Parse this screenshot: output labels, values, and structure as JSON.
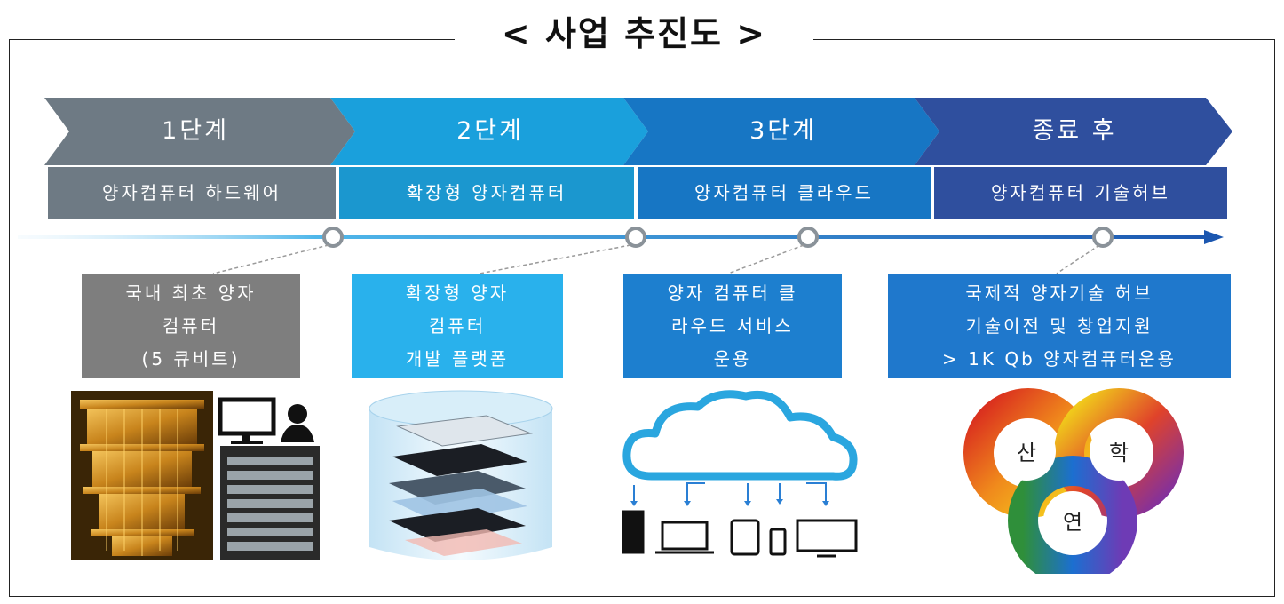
{
  "title": "< 사업 추진도 >",
  "stages": [
    {
      "label": "1단계",
      "subtitle": "양자컴퓨터 하드웨어",
      "description": [
        "국내 최초 양자",
        "컴퓨터",
        "(5 큐비트)"
      ],
      "color": "#6e7a84",
      "desc_color": "#7e7e7e"
    },
    {
      "label": "2단계",
      "subtitle": "확장형 양자컴퓨터",
      "description": [
        "확장형 양자",
        "컴퓨터",
        "개발 플랫폼"
      ],
      "color": "#1aa0dc",
      "desc_color": "#29b1ec"
    },
    {
      "label": "3단계",
      "subtitle": "양자컴퓨터 클라우드",
      "description": [
        "양자 컴퓨터 클",
        "라우드 서비스",
        "운용"
      ],
      "color": "#1776c4",
      "desc_color": "#1d7fcf"
    },
    {
      "label": "종료 후",
      "subtitle": "양자컴퓨터 기술허브",
      "description": [
        "국제적 양자기술 허브",
        "기술이전 및 창업지원",
        "> 1K Qb 양자컴퓨터운용"
      ],
      "color": "#2f4f9e",
      "desc_color": "#1f78cc"
    }
  ],
  "ring_labels": {
    "industry": "산",
    "academia": "학",
    "research": "연"
  }
}
